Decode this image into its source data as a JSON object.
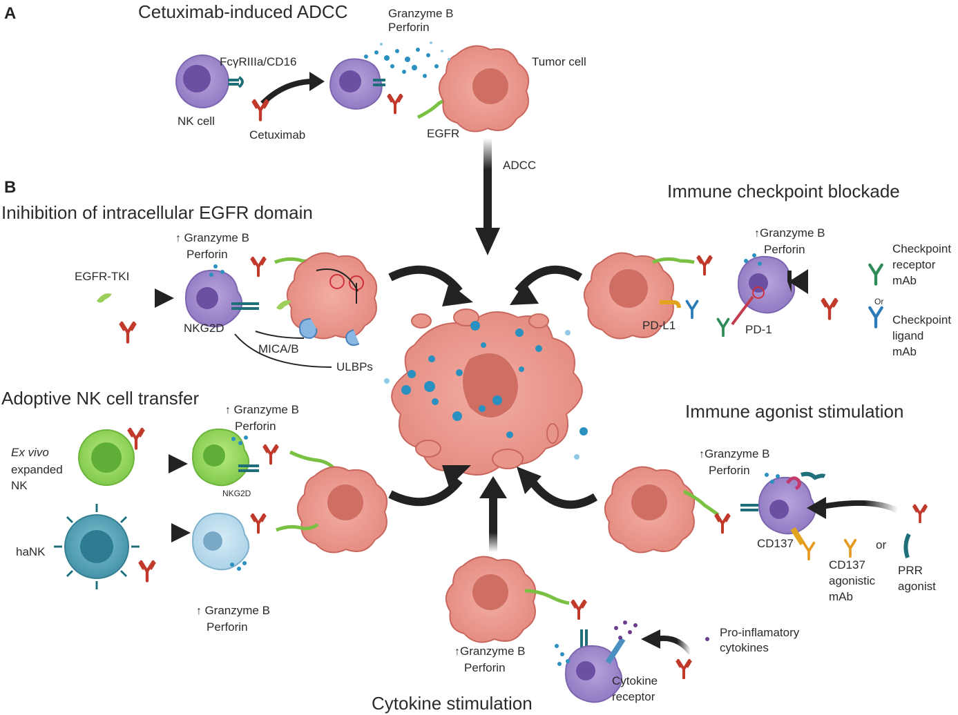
{
  "panels": {
    "a": "A",
    "b": "B"
  },
  "headings": {
    "adcc": "Cetuximab-induced ADCC",
    "egfr_inhibition": "Inihibition of intracellular EGFR domain",
    "adoptive": "Adoptive NK cell transfer",
    "checkpoint": "Immune checkpoint blockade",
    "agonist": "Immune agonist  stimulation",
    "cytokine": "Cytokine stimulation"
  },
  "labels": {
    "nk_cell": "NK cell",
    "fcgr": "FcγRIIIa/CD16",
    "cetuximab": "Cetuximab",
    "granzyme_perforin_a": "Granzyme B\nPerforin",
    "tumor_cell": "Tumor cell",
    "egfr": "EGFR",
    "adcc": "ADCC",
    "egfr_tki": "EGFR-TKI",
    "granzyme": "Granzyme B",
    "perforin": "Perforin",
    "nkg2d": "NKG2D",
    "mica_b": "MICA/B",
    "ulbps": "ULBPs",
    "pd_l1": "PD-L1",
    "pd_1": "PD-1",
    "checkpoint_receptor": "Checkpoint\nreceptor\nmAb",
    "or_small": "Or",
    "checkpoint_ligand": "Checkpoint\nligand\nmAb",
    "ex_vivo": "Ex vivo",
    "expanded_nk": "expanded\nNK",
    "nkg2d_small": "NKG2D",
    "hank": "haNK",
    "cd137": "CD137",
    "cd137_mab": "CD137\nagonistic\nmAb",
    "or": "or",
    "prr_agonist": "PRR\nagonist",
    "pro_inflammatory": "Pro-inflamatory\ncytokines",
    "cytokine_receptor": "Cytokine\nreceptor"
  },
  "colors": {
    "tumor": "#e8968a",
    "tumor_edge": "#c9675e",
    "tumor_nucleus": "#cf6f63",
    "nk": "#9b85c9",
    "nk_nucleus": "#6a4fa3",
    "nk_green": "#8fd14f",
    "hank": "#4f9bb0",
    "antibody": "#c0392b",
    "granule": "#2a90c0",
    "arrow": "#222222"
  },
  "icons": [
    "antibody-icon",
    "tki-icon",
    "receptor-icon",
    "granule-icon",
    "arrow-icon"
  ]
}
